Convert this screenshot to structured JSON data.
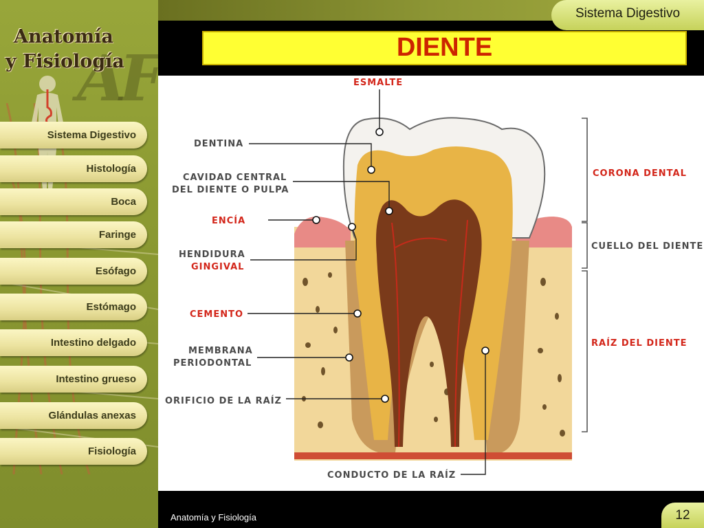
{
  "brand": {
    "line1": "Anatomía",
    "line2": "y Fisiología"
  },
  "section_tab": "Sistema Digestivo",
  "title": "DIENTE",
  "nav": [
    {
      "label": "Sistema Digestivo"
    },
    {
      "label": "Histología"
    },
    {
      "label": "Boca"
    },
    {
      "label": "Faringe"
    },
    {
      "label": "Esófago"
    },
    {
      "label": "Estómago"
    },
    {
      "label": "Intestino delgado"
    },
    {
      "label": "Intestino grueso"
    },
    {
      "label": "Glándulas anexas"
    },
    {
      "label": "Fisiología"
    }
  ],
  "labels": {
    "esmalte": "ESMALTE",
    "dentina": "DENTINA",
    "cavidad_1": "CAVIDAD CENTRAL",
    "cavidad_2": "DEL DIENTE O PULPA",
    "encia": "ENCÍA",
    "hendidura_1": "HENDIDURA",
    "hendidura_2": "GINGIVAL",
    "cemento": "CEMENTO",
    "membrana_1": "MEMBRANA",
    "membrana_2": "PERIODONTAL",
    "orificio": "ORIFICIO DE LA RAÍZ",
    "conducto": "CONDUCTO DE LA RAÍZ",
    "corona": "CORONA DENTAL",
    "cuello": "CUELLO DEL DIENTE",
    "raiz": "RAÍZ DEL DIENTE"
  },
  "footer": "Anatomía y Fisiología",
  "page_number": "12",
  "colors": {
    "title_bg": "#ffff33",
    "title_text": "#cc2400",
    "label_red": "#d3261a",
    "label_grey": "#4a4a4a",
    "sidebar_green": "#8c9a32"
  }
}
